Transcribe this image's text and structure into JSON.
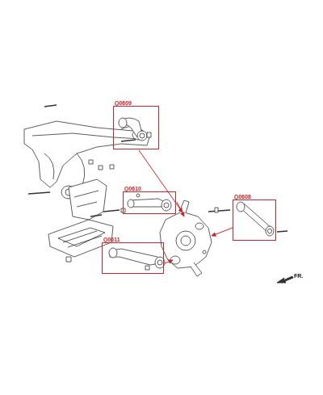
{
  "diagram": {
    "nodes": [
      {
        "text": [
          "Q0609"
        ]
      },
      {
        "text": [
          "Q0610"
        ]
      },
      {
        "text": [
          "Q0608"
        ]
      },
      {
        "text": [
          "Q0611"
        ]
      }
    ],
    "labels": [
      "FR."
    ]
  }
}
